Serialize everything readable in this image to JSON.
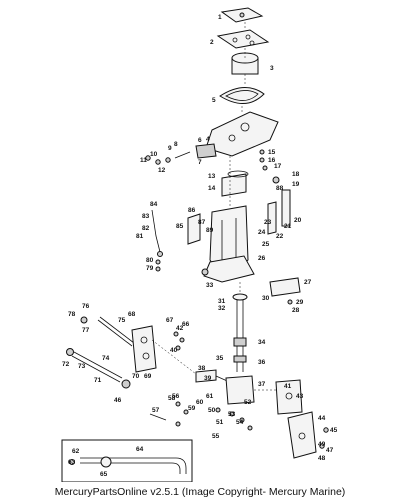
{
  "caption": "MercuryPartsOnline v2.5.1 (Image Copyright- Mercury Marine)",
  "callouts": [
    "1",
    "2",
    "3",
    "4",
    "5",
    "6",
    "7",
    "8",
    "9",
    "10",
    "11",
    "12",
    "13",
    "14",
    "15",
    "16",
    "17",
    "18",
    "19",
    "20",
    "21",
    "22",
    "23",
    "24",
    "25",
    "26",
    "27",
    "28",
    "29",
    "30",
    "31",
    "32",
    "33",
    "34",
    "35",
    "36",
    "37",
    "38",
    "39",
    "40",
    "41",
    "42",
    "43",
    "44",
    "45",
    "46",
    "47",
    "48",
    "49",
    "50",
    "51",
    "52",
    "53",
    "54",
    "55",
    "56",
    "57",
    "58",
    "59",
    "60",
    "61",
    "62",
    "63",
    "64",
    "65",
    "66",
    "67",
    "68",
    "69",
    "70",
    "71",
    "72",
    "73",
    "74",
    "75",
    "76",
    "77",
    "78",
    "79",
    "80",
    "81",
    "82",
    "83",
    "84",
    "85",
    "86",
    "87",
    "88",
    "89"
  ]
}
